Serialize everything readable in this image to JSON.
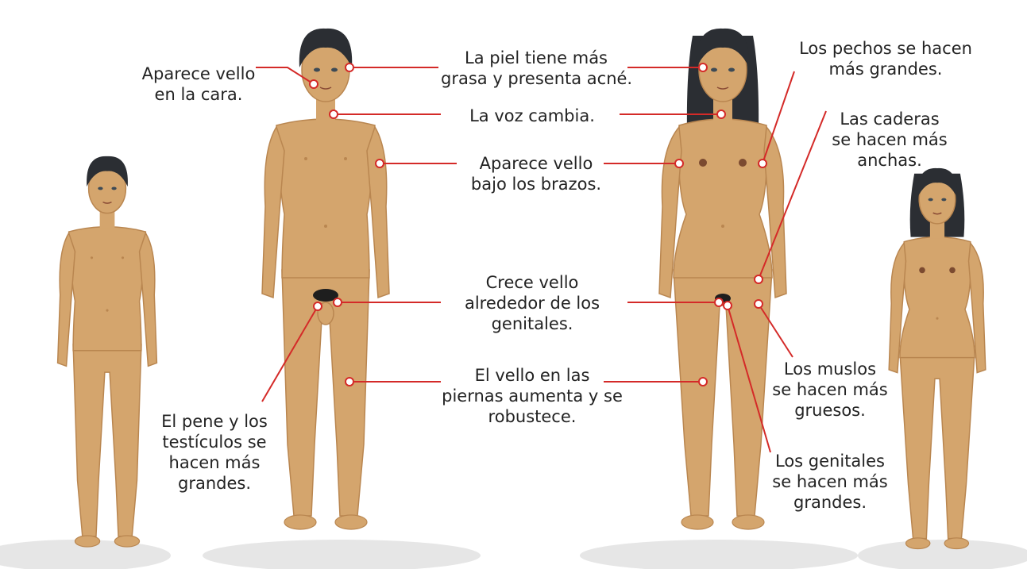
{
  "colors": {
    "skin": "#d4a56d",
    "skin_shadow": "#b98650",
    "hair": "#2b2e33",
    "callout": "#d42a28",
    "ground": "#e6e6e6"
  },
  "figures": [
    {
      "name": "child-boy-figure"
    },
    {
      "name": "teen-boy-figure"
    },
    {
      "name": "teen-girl-figure"
    },
    {
      "name": "child-girl-figure"
    }
  ],
  "labels": {
    "vello_cara": [
      "Aparece vello",
      "en la cara."
    ],
    "piel": [
      "La piel tiene más",
      "grasa y presenta acné."
    ],
    "voz": [
      "La voz cambia."
    ],
    "vello_brazos": [
      "Aparece vello",
      "bajo los brazos."
    ],
    "vello_genitales": [
      "Crece vello",
      "alrededor de los",
      "genitales."
    ],
    "vello_piernas": [
      "El vello en las",
      "piernas aumenta y se",
      "robustece."
    ],
    "pene": [
      "El pene y los",
      "testículos se",
      "hacen más",
      "grandes."
    ],
    "pechos": [
      "Los pechos se hacen",
      "más grandes."
    ],
    "caderas": [
      "Las caderas",
      "se hacen más",
      "anchas."
    ],
    "muslos": [
      "Los muslos",
      "se hacen más",
      "gruesos."
    ],
    "genitales_f": [
      "Los genitales",
      "se hacen más",
      "grandes."
    ]
  }
}
